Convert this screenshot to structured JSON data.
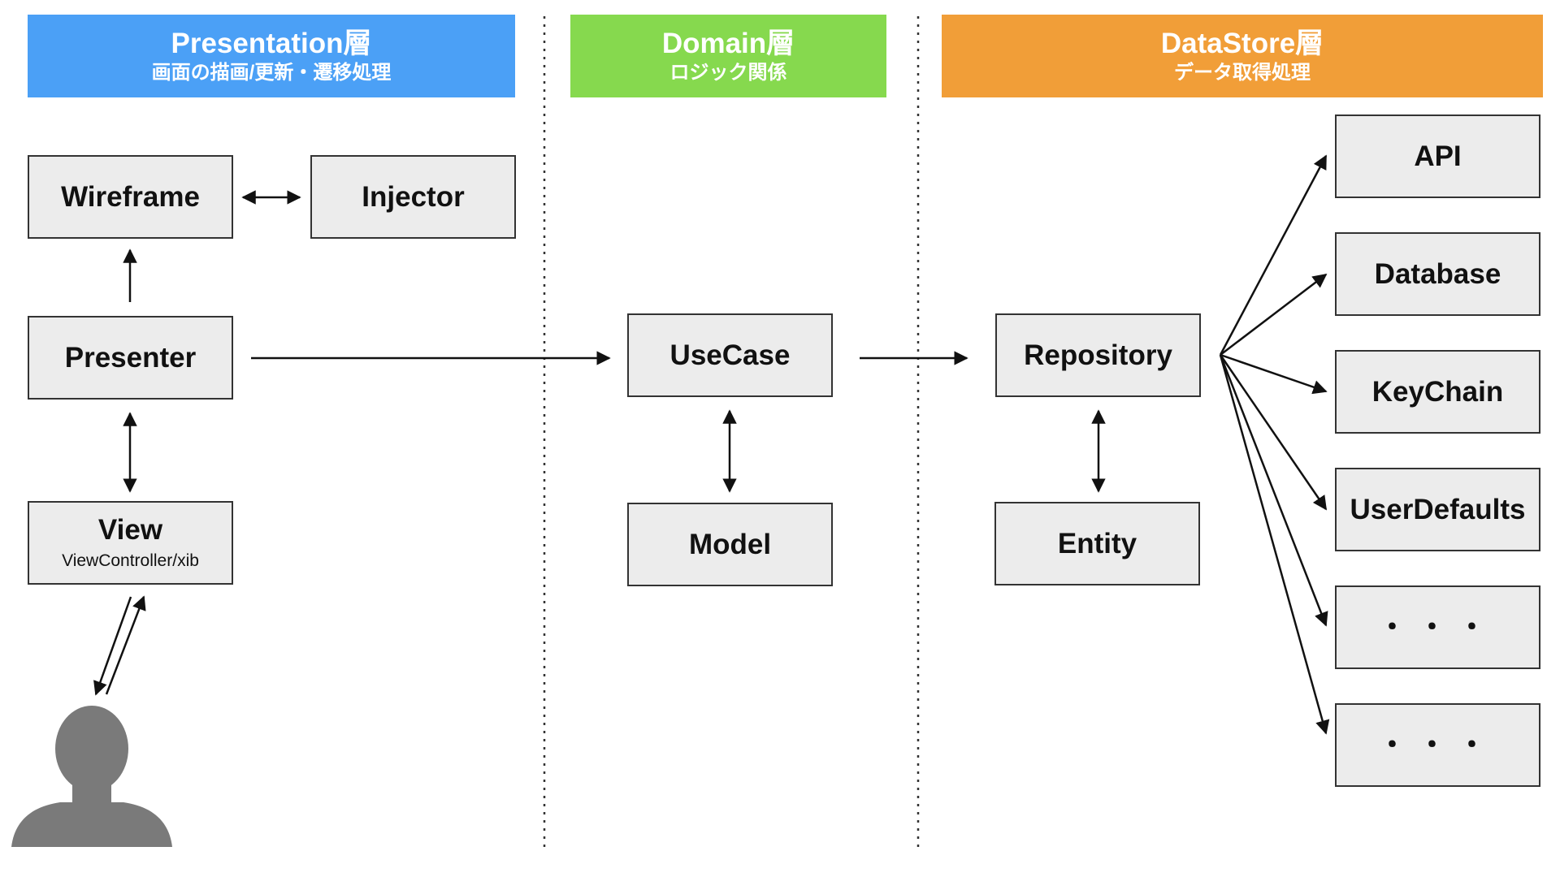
{
  "colors": {
    "presentation": "#4ba0f6",
    "domain": "#86d94e",
    "datastore": "#f19e38",
    "box_fill": "#ececec",
    "box_border": "#333333",
    "arrow": "#111111",
    "user_silhouette": "#7a7a7a"
  },
  "layers": {
    "presentation": {
      "title": "Presentation層",
      "subtitle": "画面の描画/更新・遷移処理"
    },
    "domain": {
      "title": "Domain層",
      "subtitle": "ロジック関係"
    },
    "datastore": {
      "title": "DataStore層",
      "subtitle": "データ取得処理"
    }
  },
  "nodes": {
    "wireframe": "Wireframe",
    "injector": "Injector",
    "presenter": "Presenter",
    "view": "View",
    "view_sub": "ViewController/xib",
    "usecase": "UseCase",
    "model": "Model",
    "repository": "Repository",
    "entity": "Entity",
    "api": "API",
    "database": "Database",
    "keychain": "KeyChain",
    "userdefaults": "UserDefaults",
    "more1": "・・・",
    "more2": "・・・"
  },
  "icons": {
    "user": "user-silhouette-icon"
  }
}
